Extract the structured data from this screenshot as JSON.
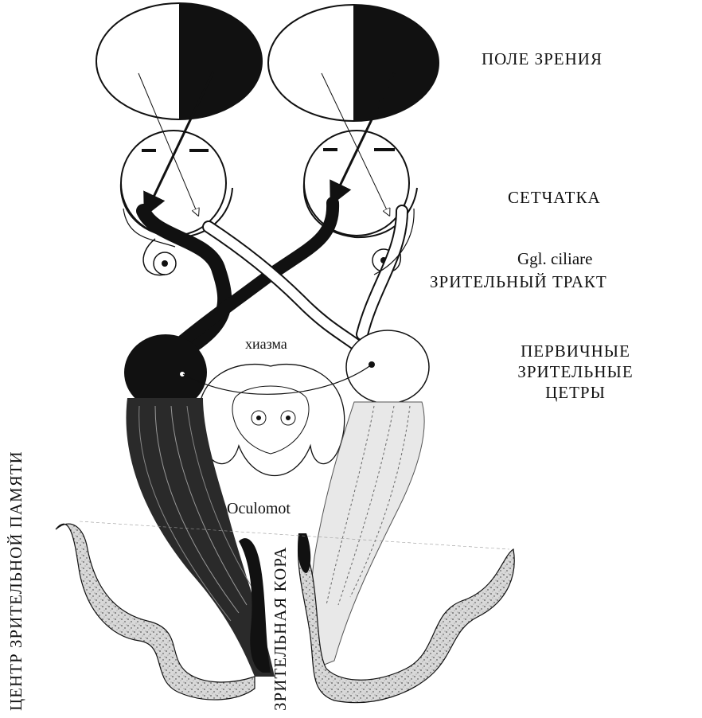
{
  "labels": {
    "visual_field": "ПОЛЕ ЗРЕНИЯ",
    "retina": "СЕТЧАТКА",
    "ggl_ciliare": "Ggl. ciliare",
    "optic_tract": "ЗРИТЕЛЬНЫЙ ТРАКТ",
    "primary_centers": "ПЕРВИЧНЫЕ\nЗРИТЕЛЬНЫЕ\nЦЕТРЫ",
    "chiasm": "хиазма",
    "oculomot": "Oculomot",
    "visual_memory_center": "ЦЕНТР ЗРИТЕЛЬНОЙ ПАМЯТИ",
    "visual_cortex": "ЗРИТЕЛЬНАЯ КОРА"
  },
  "colors": {
    "ink": "#111111",
    "paper": "#ffffff",
    "cortex_speckle": "#cfcfcf"
  }
}
